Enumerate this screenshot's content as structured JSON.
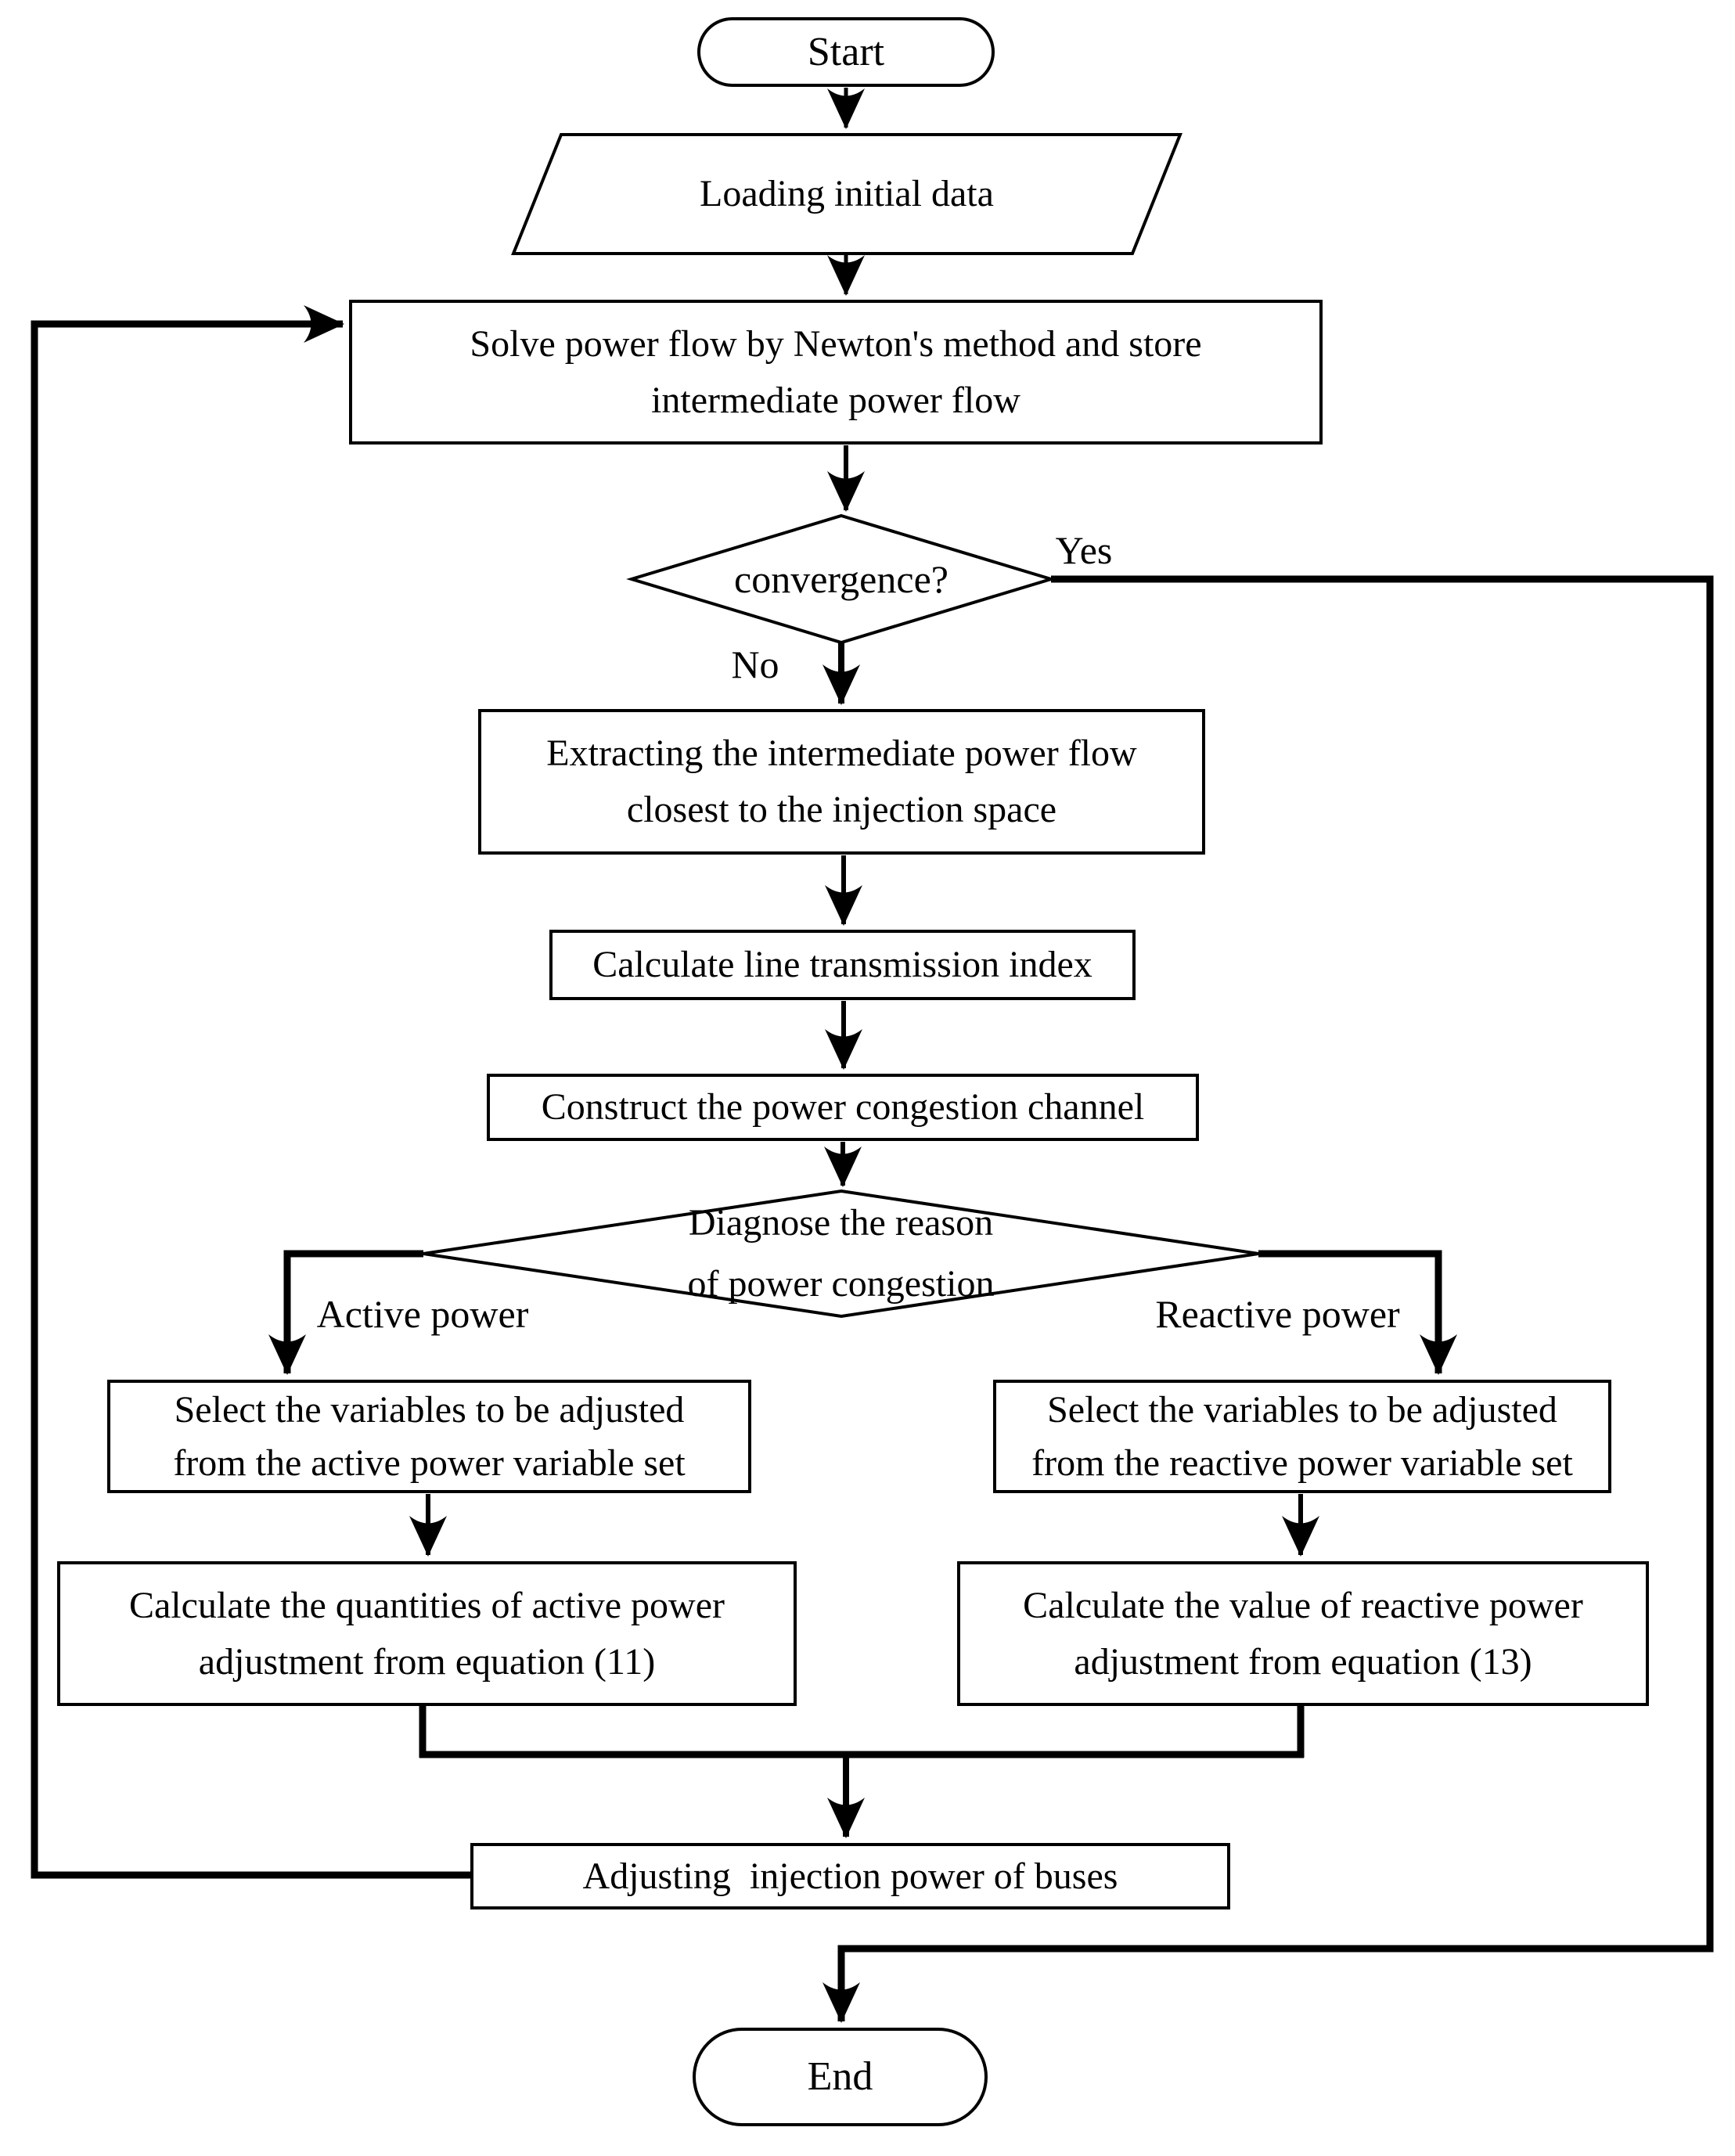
{
  "figure": {
    "background_color": "#ffffff",
    "ink_color": "#000000",
    "type": "flowchart"
  },
  "nodes": {
    "start": {
      "type": "terminator",
      "label": "Start"
    },
    "load": {
      "type": "io-parallelogram",
      "label": "Loading initial data"
    },
    "solve": {
      "type": "process",
      "line1": "Solve power flow by Newton's method and store",
      "line2": "intermediate power flow"
    },
    "convergence": {
      "type": "decision",
      "label": "convergence?"
    },
    "extract": {
      "type": "process",
      "line1": "Extracting the intermediate power flow",
      "line2": "closest to the injection space"
    },
    "calc_index": {
      "type": "process",
      "label": "Calculate line transmission index"
    },
    "construct": {
      "type": "process",
      "label": "Construct the power congestion channel"
    },
    "diagnose": {
      "type": "decision",
      "line1": "Diagnose the reason",
      "line2": "of power congestion"
    },
    "select_active": {
      "type": "process",
      "line1": "Select the variables to be adjusted",
      "line2": "from the active power variable set"
    },
    "calc_active": {
      "type": "process",
      "line1": "Calculate the quantities of active power",
      "line2": "adjustment from equation (11)"
    },
    "select_reactive": {
      "type": "process",
      "line1": "Select the variables to be adjusted",
      "line2": "from the reactive power variable set"
    },
    "calc_reactive": {
      "type": "process",
      "line1": "Calculate the value of reactive power",
      "line2": "adjustment from equation (13)"
    },
    "adjust": {
      "type": "process",
      "label": "Adjusting  injection power of buses"
    },
    "end": {
      "type": "terminator",
      "label": "End"
    }
  },
  "edge_labels": {
    "yes": "Yes",
    "no": "No",
    "active": "Active power",
    "reactive": "Reactive power"
  },
  "edges": [
    {
      "from": "start",
      "to": "load"
    },
    {
      "from": "load",
      "to": "solve"
    },
    {
      "from": "solve",
      "to": "convergence"
    },
    {
      "from": "convergence",
      "to": "end",
      "label": "Yes"
    },
    {
      "from": "convergence",
      "to": "extract",
      "label": "No"
    },
    {
      "from": "extract",
      "to": "calc_index"
    },
    {
      "from": "calc_index",
      "to": "construct"
    },
    {
      "from": "construct",
      "to": "diagnose"
    },
    {
      "from": "diagnose",
      "to": "select_active",
      "label": "Active power"
    },
    {
      "from": "diagnose",
      "to": "select_reactive",
      "label": "Reactive power"
    },
    {
      "from": "select_active",
      "to": "calc_active"
    },
    {
      "from": "select_reactive",
      "to": "calc_reactive"
    },
    {
      "from": "calc_active",
      "to": "adjust"
    },
    {
      "from": "calc_reactive",
      "to": "adjust"
    },
    {
      "from": "adjust",
      "to": "solve",
      "note": "loop back"
    }
  ]
}
